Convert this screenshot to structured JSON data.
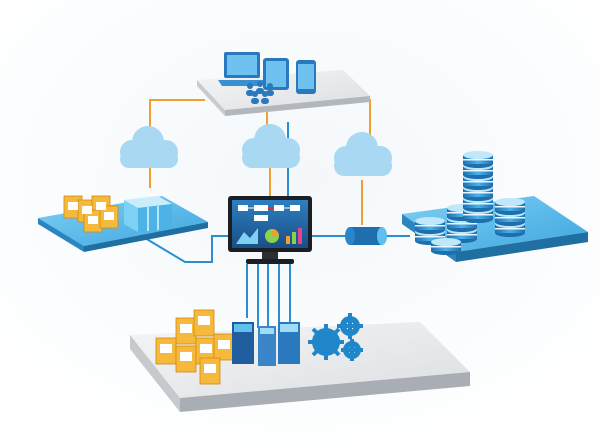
{
  "diagram": {
    "platforms": [
      {
        "id": "top",
        "icon": "devices-platform"
      },
      {
        "id": "left",
        "icon": "documents-storage-platform"
      },
      {
        "id": "right",
        "icon": "database-platform"
      },
      {
        "id": "bottom",
        "icon": "servers-platform"
      }
    ],
    "clouds": [
      "cloud-left",
      "cloud-center",
      "cloud-right"
    ],
    "colors": {
      "background_top": "#eef4f8",
      "platform_blue": "#4db3e6",
      "platform_blue_dark": "#2b86bf",
      "platform_grey": "#e4e6e8",
      "platform_grey_dark": "#b9bcc0",
      "line_orange": "#f0a030",
      "line_blue": "#2a8fd0",
      "cloud": "#a9d8f2",
      "gear": "#1f87c9",
      "document": "#f6b93b"
    }
  }
}
